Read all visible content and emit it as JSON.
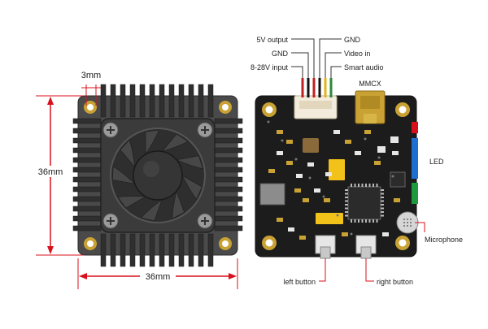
{
  "dimensions": {
    "width_label": "36mm",
    "height_label": "36mm",
    "fin_label": "3mm"
  },
  "wire_labels": {
    "output_5v": "5V output",
    "gnd_top": "GND",
    "gnd": "GND",
    "video_in": "Video in",
    "input_8_28v": "8-28V input",
    "smart_audio": "Smart audio"
  },
  "component_labels": {
    "mmcx": "MMCX",
    "led": "LED",
    "microphone": "Microphone",
    "left_button": "left button",
    "right_button": "right button"
  },
  "colors": {
    "dimension_line": "#d8101c",
    "callout_line": "#333333",
    "heatsink": "#3a3a3a",
    "pcb": "#1c1c1c",
    "gold_pad": "#c9a233"
  }
}
